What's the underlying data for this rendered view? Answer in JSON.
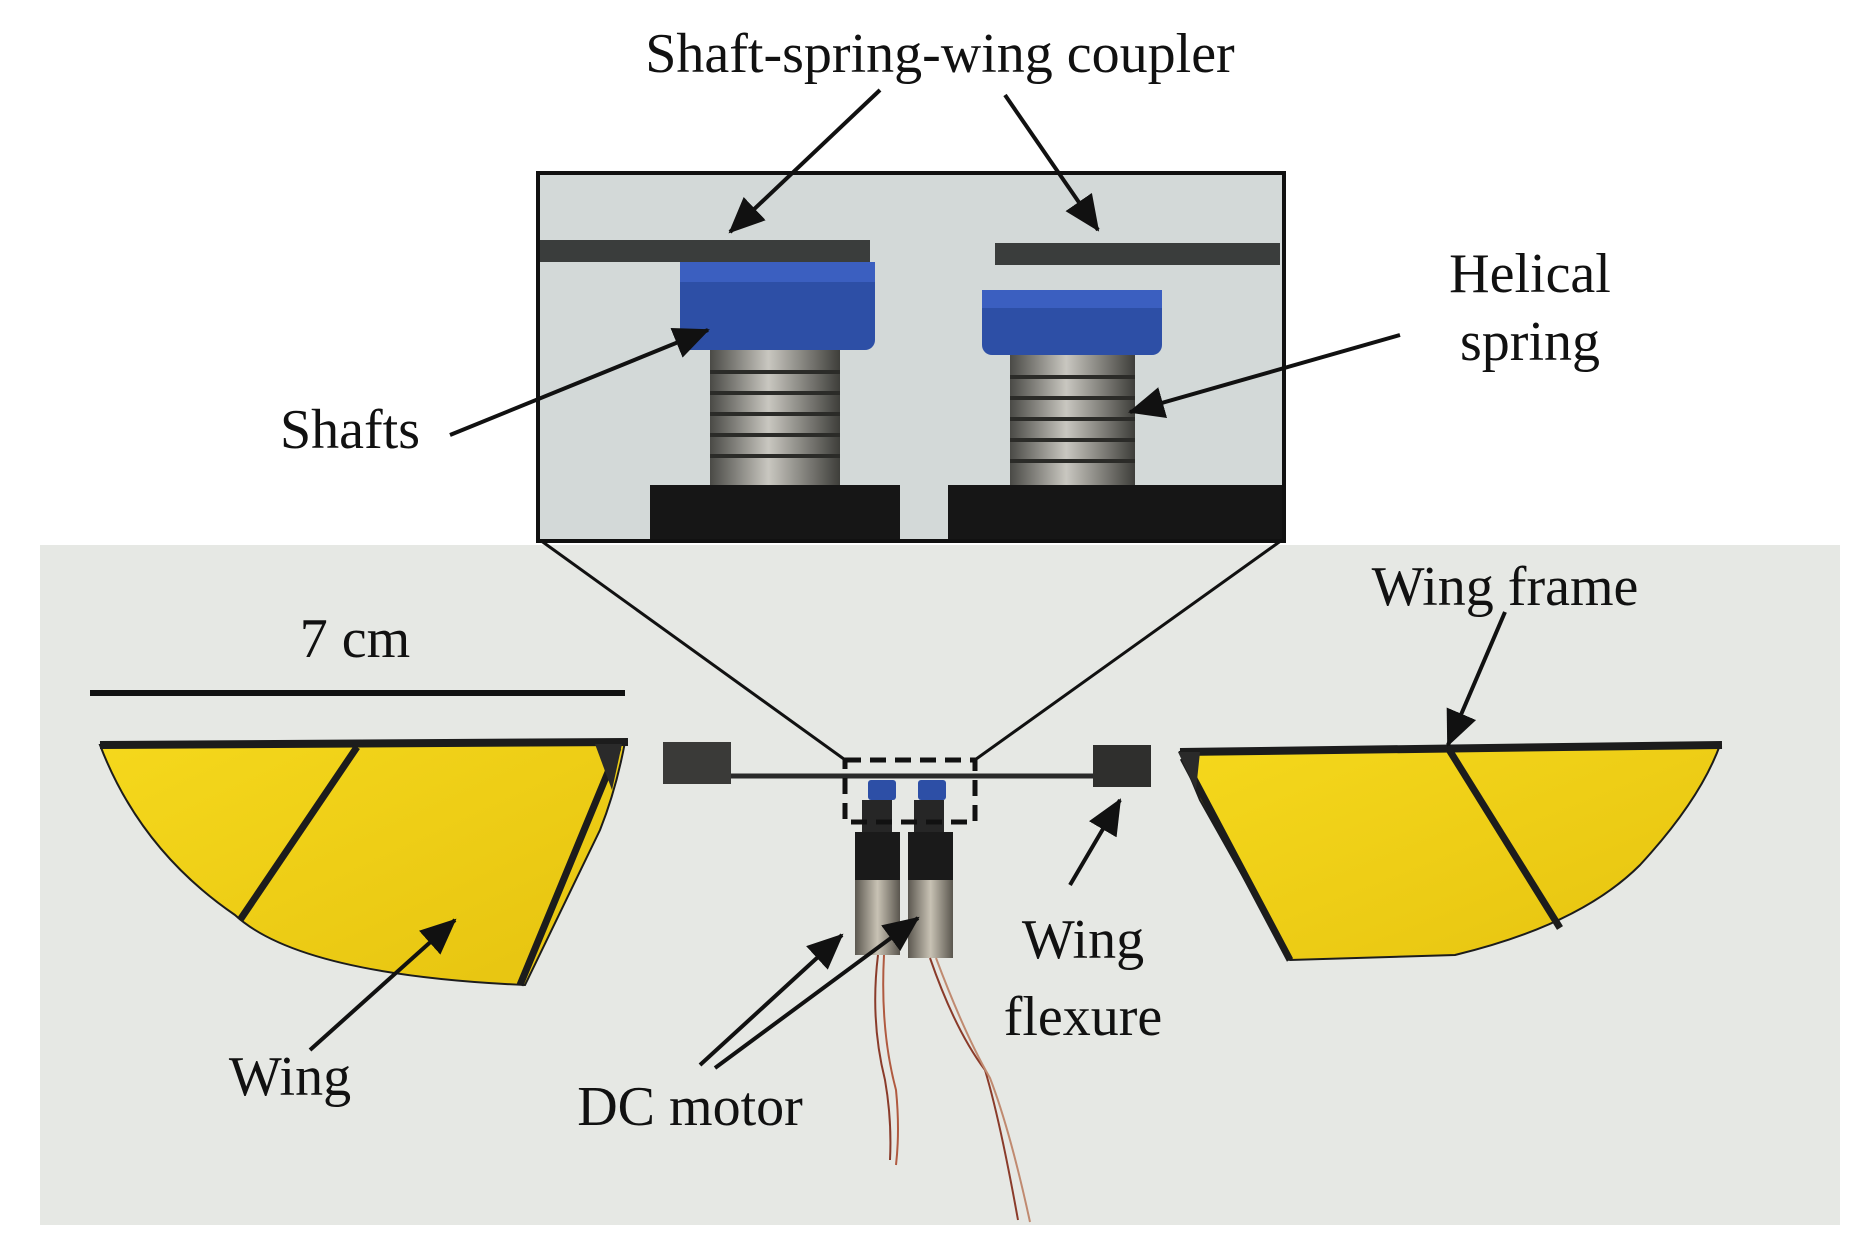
{
  "labels": {
    "coupler": "Shaft-spring-wing coupler",
    "helical_line1": "Helical",
    "helical_line2": "spring",
    "shafts": "Shafts",
    "scale": "7 cm",
    "wing_frame": "Wing frame",
    "wing_flexure_line1": "Wing",
    "wing_flexure_line2": "flexure",
    "wing": "Wing",
    "dc_motor": "DC motor"
  },
  "colors": {
    "photo_background": "#e6e8e4",
    "inset_background": "#d3d9d8",
    "wing_membrane": "#f2d21a",
    "frame": "#1c1c1c",
    "shaft_blue": "#2d4fa6",
    "spring_metal": "#8c8c88",
    "motor_body": "#9a948a",
    "arrow": "#111111"
  }
}
